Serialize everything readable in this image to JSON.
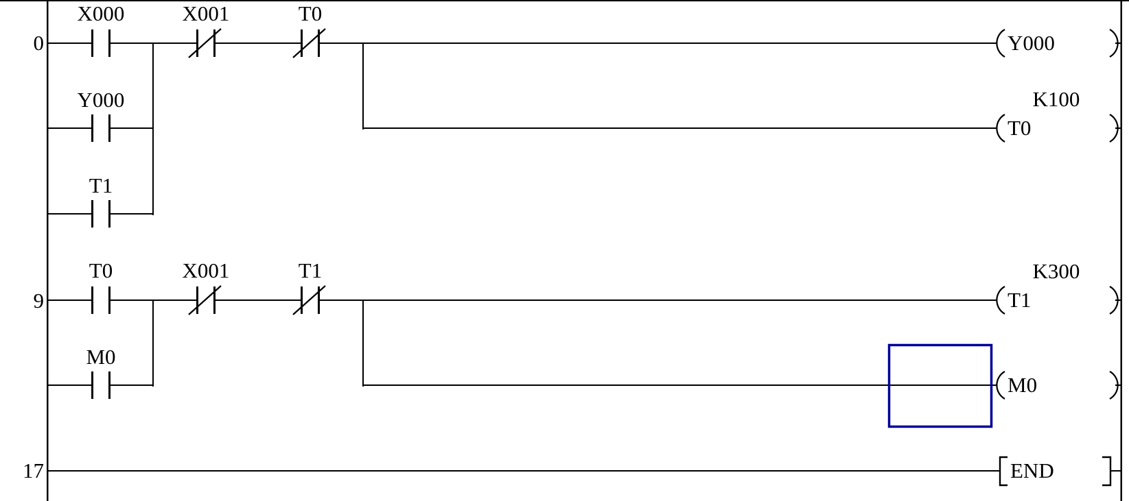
{
  "colors": {
    "wire": "#000000",
    "text": "#000000",
    "cursor": "#000099",
    "background": "#ffffff"
  },
  "rungs": [
    {
      "step": "0",
      "contacts": [
        {
          "label": "X000",
          "type": "normally-open"
        },
        {
          "label": "X001",
          "type": "normally-closed"
        },
        {
          "label": "T0",
          "type": "normally-closed"
        }
      ],
      "parallel_contacts": [
        {
          "label": "Y000",
          "type": "normally-open"
        },
        {
          "label": "T1",
          "type": "normally-open"
        }
      ],
      "outputs": [
        {
          "label": "Y000"
        },
        {
          "label": "T0",
          "preset": "K100"
        }
      ]
    },
    {
      "step": "9",
      "contacts": [
        {
          "label": "T0",
          "type": "normally-open"
        },
        {
          "label": "X001",
          "type": "normally-closed"
        },
        {
          "label": "T1",
          "type": "normally-closed"
        }
      ],
      "parallel_contacts": [
        {
          "label": "M0",
          "type": "normally-open"
        }
      ],
      "outputs": [
        {
          "label": "T1",
          "preset": "K300"
        },
        {
          "label": "M0"
        }
      ]
    },
    {
      "step": "17",
      "instruction": "END"
    }
  ]
}
